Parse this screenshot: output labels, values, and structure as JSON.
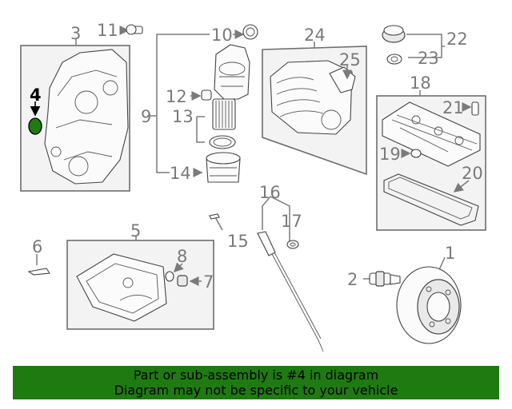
{
  "callouts": {
    "c1": "1",
    "c2": "2",
    "c3": "3",
    "c4": "4",
    "c5": "5",
    "c6": "6",
    "c7": "7",
    "c8": "8",
    "c9": "9",
    "c10": "10",
    "c11": "11",
    "c12": "12",
    "c13": "13",
    "c14": "14",
    "c15": "15",
    "c16": "16",
    "c17": "17",
    "c18": "18",
    "c19": "19",
    "c20": "20",
    "c21": "21",
    "c22": "22",
    "c23": "23",
    "c24": "24",
    "c25": "25"
  },
  "highlight_color": "#1f7a12",
  "banner": {
    "line1": "Part or sub-assembly is #4 in diagram",
    "line2": "Diagram may not be specific to your vehicle"
  }
}
